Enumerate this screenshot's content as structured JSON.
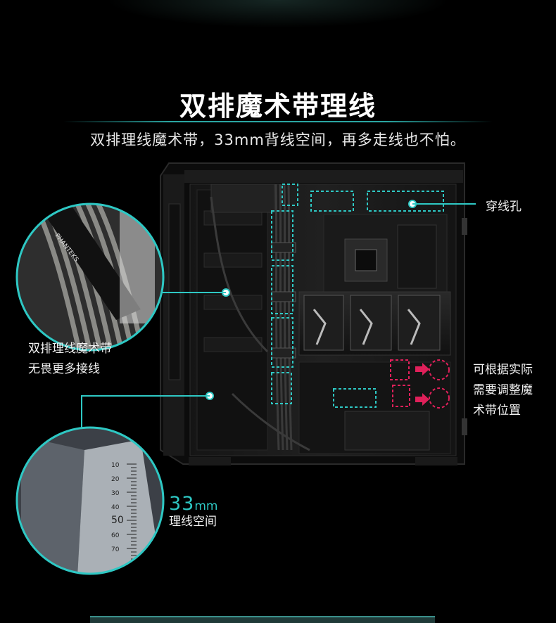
{
  "header": {
    "title": "双排魔术带理线",
    "subtitle": "双排理线魔术带，33mm背线空间，再多走线也不怕。"
  },
  "annotations": {
    "cable_hole": "穿线孔",
    "velcro_line1": "双排理线魔术带",
    "velcro_line2": "无畏更多接线",
    "adjust_line1": "可根据实际",
    "adjust_line2": "需要调整魔",
    "adjust_line3": "术带位置",
    "space_num": "33",
    "space_unit": "mm",
    "space_label": "理线空间"
  },
  "case": {
    "strap_brand": "PHANTEKS"
  },
  "ruler": {
    "ticks": [
      "10",
      "20",
      "30",
      "40",
      "50",
      "60",
      "70"
    ]
  },
  "colors": {
    "accent": "#2ec8c4",
    "arrow": "#e0205a",
    "background": "#000000"
  }
}
